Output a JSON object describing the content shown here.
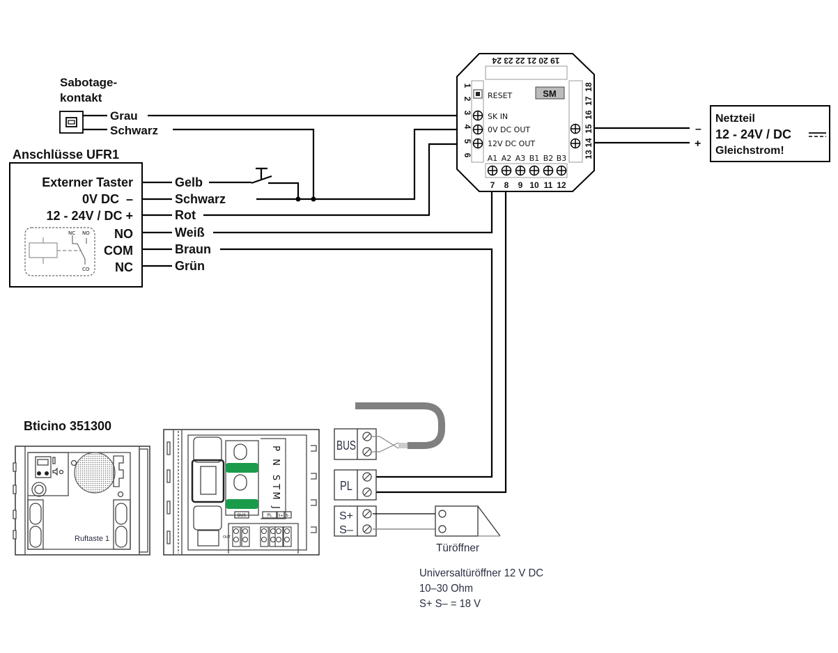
{
  "sabotage": {
    "title_line1": "Sabotage-",
    "title_line2": "kontakt",
    "wires": [
      "Grau",
      "Schwarz"
    ]
  },
  "ufr1": {
    "title": "Anschlüsse UFR1",
    "terminals": [
      "Externer Taster",
      "0V DC  –",
      "12 - 24V / DC +",
      "NO",
      "COM",
      "NC"
    ],
    "wires": [
      "Gelb",
      "Schwarz",
      "Rot",
      "Weiß",
      "Braun",
      "Grün"
    ],
    "relay_labels": {
      "nc": "NC",
      "no": "NO",
      "co": "CO"
    }
  },
  "module": {
    "top_pins": "19 20 21 22 23 24",
    "left_pins": [
      "1",
      "2",
      "3",
      "4",
      "5",
      "6"
    ],
    "right_pins": [
      "13",
      "14",
      "15",
      "16",
      "17",
      "18"
    ],
    "bottom_pins": [
      "7",
      "8",
      "9",
      "10",
      "11",
      "12"
    ],
    "bottom_labels": [
      "A1",
      "A2",
      "A3",
      "B1",
      "B2",
      "B3"
    ],
    "reset_label": "RESET",
    "sm_label": "SM",
    "sk_in": "SK IN",
    "dc_out_0v": "0V DC OUT",
    "dc_out_12v": "12V DC OUT"
  },
  "netzteil": {
    "line1": "Netzteil",
    "line2": "12 - 24V / DC",
    "line3": "Gleichstrom!",
    "minus": "–",
    "plus": "+"
  },
  "bticino": {
    "title": "Bticino 351300",
    "button_label": "Ruftaste 1",
    "rear_labels": {
      "bus": "BUS",
      "pl": "PL",
      "s_plus": "S+",
      "s_minus": "S-",
      "out": "OUT"
    },
    "dip_letters": [
      "P",
      "N",
      "S",
      "T",
      "M",
      "J"
    ]
  },
  "terminals": {
    "bus": "BUS",
    "pl": "PL",
    "s_plus": "S+",
    "s_minus": "S–"
  },
  "door_opener": {
    "label": "Türöffner",
    "spec_line1": "Universaltüröffner 12 V DC",
    "spec_line2": "10–30 Ohm",
    "spec_line3": "S+ S– = 18 V"
  }
}
